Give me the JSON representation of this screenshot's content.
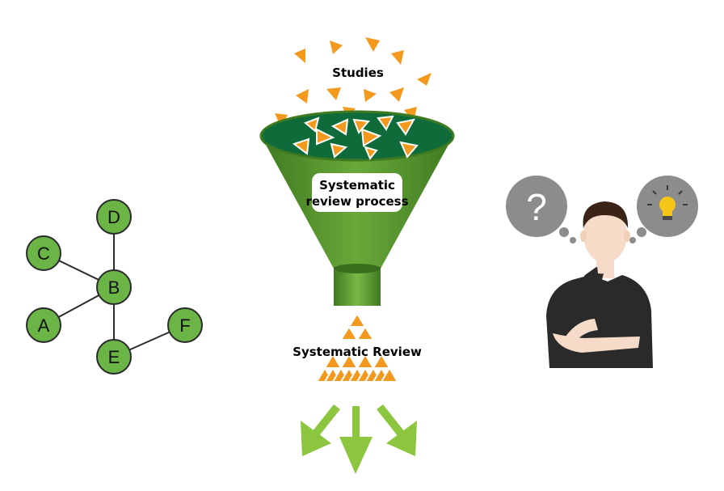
{
  "graph": {
    "nodes": [
      {
        "id": "D",
        "label": "D"
      },
      {
        "id": "C",
        "label": "C"
      },
      {
        "id": "B",
        "label": "B"
      },
      {
        "id": "A",
        "label": "A"
      },
      {
        "id": "F",
        "label": "F"
      },
      {
        "id": "E",
        "label": "E"
      }
    ],
    "edges": [
      [
        "D",
        "B"
      ],
      [
        "C",
        "B"
      ],
      [
        "A",
        "B"
      ],
      [
        "B",
        "E"
      ],
      [
        "E",
        "F"
      ]
    ]
  },
  "funnel": {
    "studies_label": "Studies",
    "process_label_line1": "Systematic",
    "process_label_line2": "review process",
    "review_label": "Systematic Review"
  },
  "person": {
    "question_symbol": "?",
    "idea_icon": "lightbulb-icon"
  },
  "colors": {
    "node_fill": "#6ab545",
    "node_stroke": "#2b2b2b",
    "funnel_green": "#4e8a2a",
    "funnel_dark": "#0f6b3a",
    "orange": "#f39a1e",
    "arrow_green": "#8cc63f",
    "bubble_gray": "#8c8c8c",
    "shirt": "#2a2a2a",
    "skin": "#f6dcc8",
    "hair": "#3a2418"
  }
}
